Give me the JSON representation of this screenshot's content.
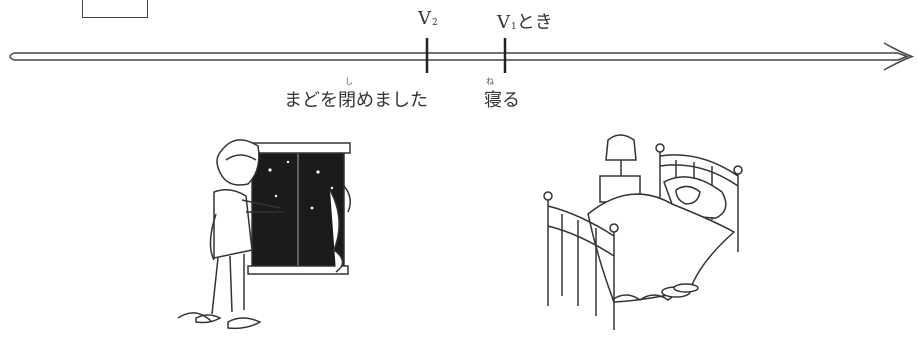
{
  "timeline": {
    "v2_label": "V",
    "v2_sub": "2",
    "v1_label": "V",
    "v1_sub": "1",
    "v1_suffix": "とき"
  },
  "captions": {
    "closed_window": "まどを閉めました",
    "closed_window_ruby": "し",
    "sleep": "寝る",
    "sleep_ruby": "ね"
  }
}
